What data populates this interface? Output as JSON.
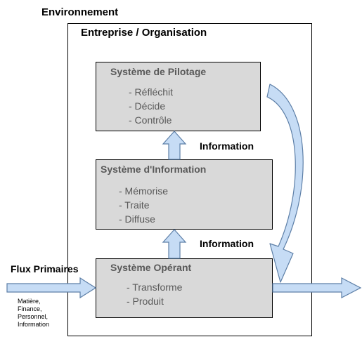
{
  "environment": {
    "title": "Environnement"
  },
  "organisation": {
    "title": "Entreprise / Organisation"
  },
  "systems": [
    {
      "title": "Système de Pilotage",
      "items": [
        "- Réfléchit",
        "- Décide",
        "- Contrôle"
      ]
    },
    {
      "title": "Système d'Information",
      "items": [
        "- Mémorise",
        "- Traite",
        "- Diffuse"
      ]
    },
    {
      "title": "Système Opérant",
      "items": [
        "- Transforme",
        "- Produit"
      ]
    }
  ],
  "information_labels": [
    "Information",
    "Information"
  ],
  "flux": {
    "label": "Flux Primaires",
    "items": [
      "Matière,",
      "Finance,",
      "Personnel,",
      "Information"
    ]
  },
  "colors": {
    "box_fill": "#d9d9d9",
    "arrow_fill": "#c6dcf5",
    "arrow_stroke": "#5d7fa7",
    "text_grey": "#595959"
  }
}
